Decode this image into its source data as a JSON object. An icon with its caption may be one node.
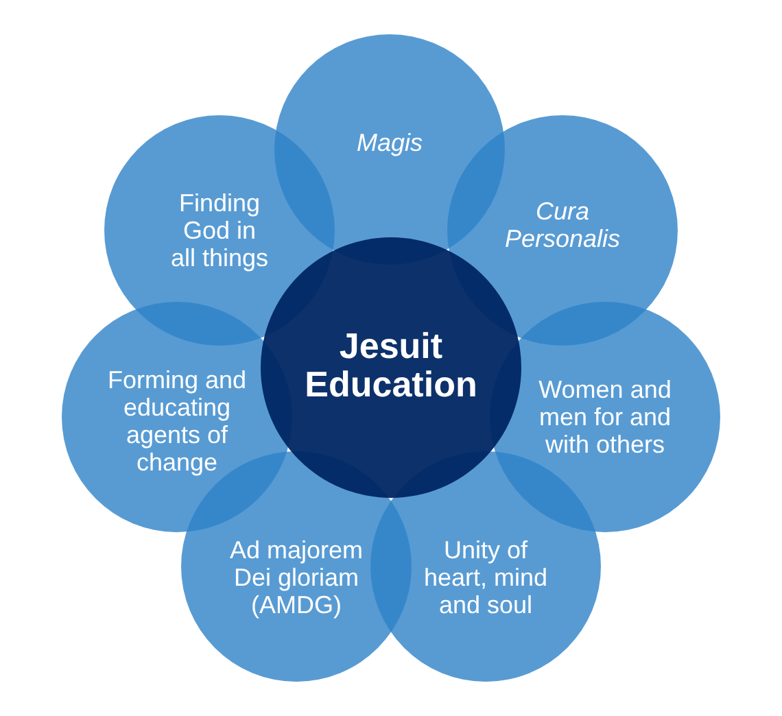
{
  "diagram": {
    "nodes": [
      {
        "text": [
          "Jesuit Education"
        ]
      },
      {
        "text": [
          "Magis"
        ]
      },
      {
        "text": [
          "Cura Personalis"
        ]
      },
      {
        "text": [
          "Women and men for and with others"
        ]
      },
      {
        "text": [
          "Unity of heart, mind and soul"
        ]
      },
      {
        "text": [
          "Ad majorem Dei gloriam (AMDG)"
        ]
      },
      {
        "text": [
          "Forming and educating agents of change"
        ]
      },
      {
        "text": [
          "Finding God in all things"
        ]
      }
    ]
  }
}
